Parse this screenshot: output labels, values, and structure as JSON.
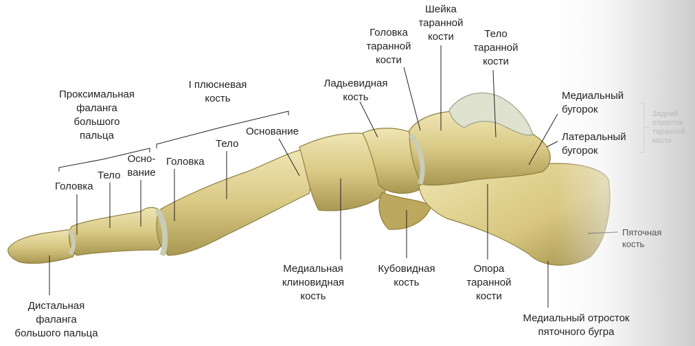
{
  "labels": {
    "proximal_phalanx": "Проксимальная\nфаланга\nбольшого\nпальца",
    "metatarsal": "I плюсневая\nкость",
    "head_phalanx": "Головка",
    "body_phalanx": "Тело",
    "base_phalanx": "Осно-\nвание",
    "head_metatarsal": "Головка",
    "body_metatarsal": "Тело",
    "base_metatarsal": "Основание",
    "navicular": "Ладьевидная\nкость",
    "talus_head": "Головка\nтаранной\nкости",
    "talus_neck": "Шейка\nтаранной\nкости",
    "talus_body": "Тело\nтаранной\nкости",
    "medial_tubercle": "Медиальный\nбугорок",
    "lateral_tubercle": "Латеральный\nбугорок",
    "posterior_process": "Задний\nотросток\nтаранной\nкости",
    "calcaneus": "Пяточная\nкость",
    "medial_cuneiform": "Медиальная\nклиновидная\nкость",
    "cuboid": "Кубовидная\nкость",
    "sustentaculum": "Опора\nтаранной\nкости",
    "calcaneal_process": "Медиальный отросток\nпяточного бугра",
    "distal_phalanx": "Дистальная\nфаланга\nбольшого пальца"
  },
  "colors": {
    "bone_light": "#e8dca0",
    "bone_mid": "#cdbd73",
    "bone_dark": "#8e7f3e",
    "cartilage": "#d9dcc8",
    "line": "#231f20"
  }
}
